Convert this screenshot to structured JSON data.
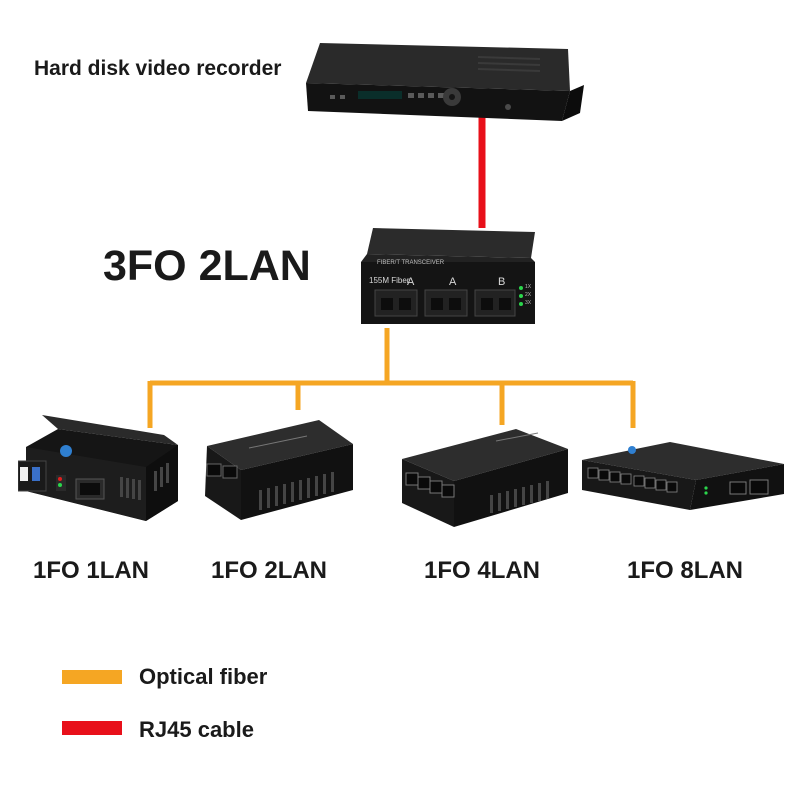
{
  "recorder": {
    "label": "Hard disk video recorder"
  },
  "hub": {
    "label": "3FO 2LAN",
    "brand_text": "FIBER/T TRANSCEIVER",
    "fiber_text": "155M Fiber",
    "port_labels": [
      "A",
      "A",
      "B"
    ],
    "led_labels": [
      "1X",
      "2X",
      "3X"
    ]
  },
  "devices": [
    {
      "label": "1FO 1LAN"
    },
    {
      "label": "1FO 2LAN"
    },
    {
      "label": "1FO 4LAN"
    },
    {
      "label": "1FO 8LAN"
    }
  ],
  "legend": [
    {
      "label": "Optical fiber",
      "color": "#f5a623"
    },
    {
      "label": "RJ45 cable",
      "color": "#e8101a"
    }
  ],
  "colors": {
    "fiber": "#f5a623",
    "rj45": "#e8101a",
    "device_body": "#1c1c1c"
  }
}
